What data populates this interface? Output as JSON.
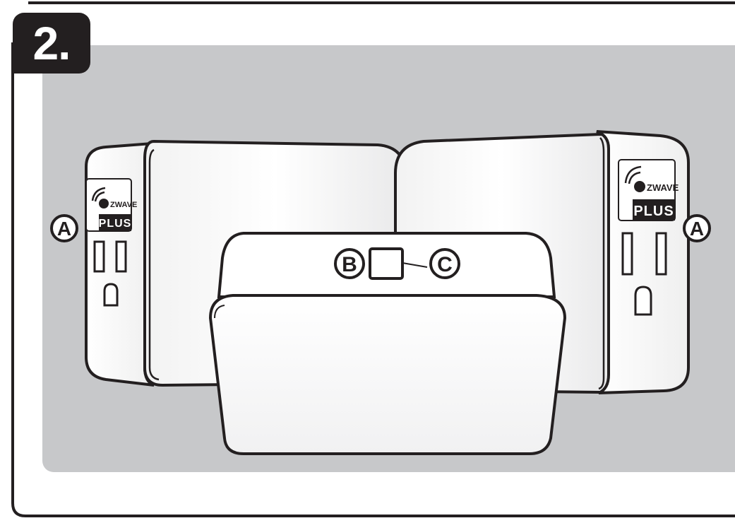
{
  "step": {
    "number": "2."
  },
  "logo": {
    "brand": "ZWAVE",
    "tier": "PLUS"
  },
  "callouts": {
    "left_outlet": "A",
    "right_outlet": "A",
    "button": "B",
    "led": "C"
  },
  "colors": {
    "background_panel": "#c7c8ca",
    "outline": "#231f20",
    "device_body": "#ffffff",
    "badge": "#231f20"
  }
}
